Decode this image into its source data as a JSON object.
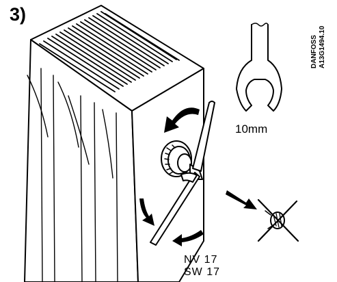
{
  "step_label": "3)",
  "wrench_size": "10mm",
  "size_line_1": "NV  17",
  "size_line_2": "SW  17",
  "brand_line_1": "DANFOSS",
  "brand_line_2": "A13G1494.10",
  "icons": {
    "wrench": "open-end-wrench-icon",
    "rotate": "rotate-arrow-icon",
    "remove": "remove-part-arrow-icon",
    "crossed": "crossed-out-part-icon"
  }
}
